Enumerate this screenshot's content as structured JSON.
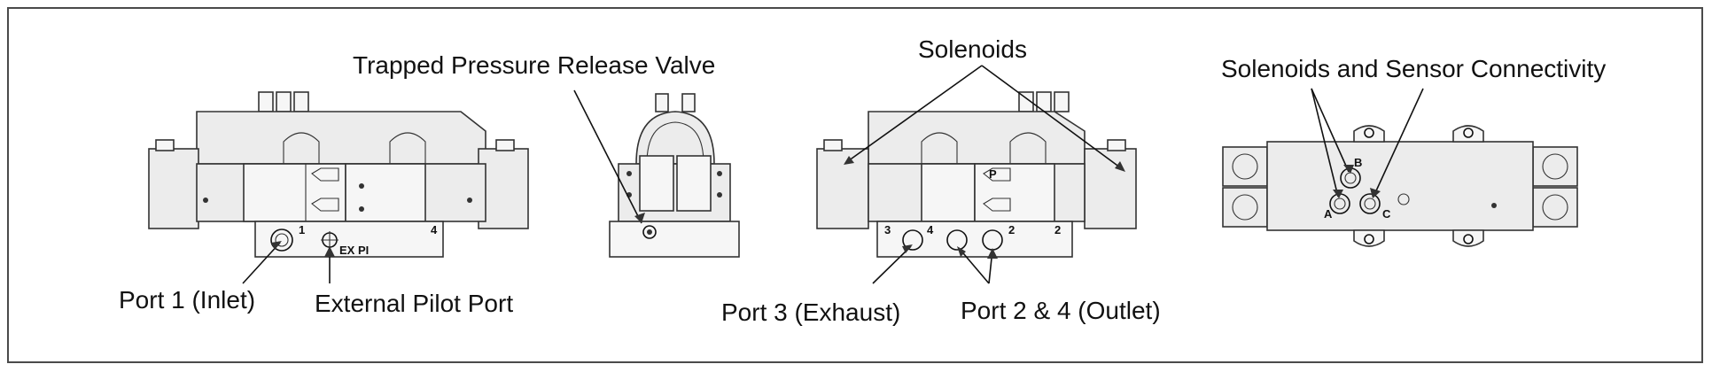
{
  "labels": {
    "trapped_pressure_release_valve": "Trapped Pressure Release Valve",
    "solenoids": "Solenoids",
    "solenoids_and_sensor": "Solenoids and Sensor Connectivity",
    "port1_inlet": "Port 1 (Inlet)",
    "external_pilot_port": "External Pilot Port",
    "port3_exhaust": "Port 3 (Exhaust)",
    "port2_4_outlet": "Port 2 & 4 (Outlet)"
  },
  "markings": {
    "port_1": "1",
    "port_2": "2",
    "port_3": "3",
    "port_4": "4",
    "ex_pi": "EX PI",
    "p_symbol": "P",
    "connector_a": "A",
    "connector_b": "B",
    "connector_c": "C"
  }
}
